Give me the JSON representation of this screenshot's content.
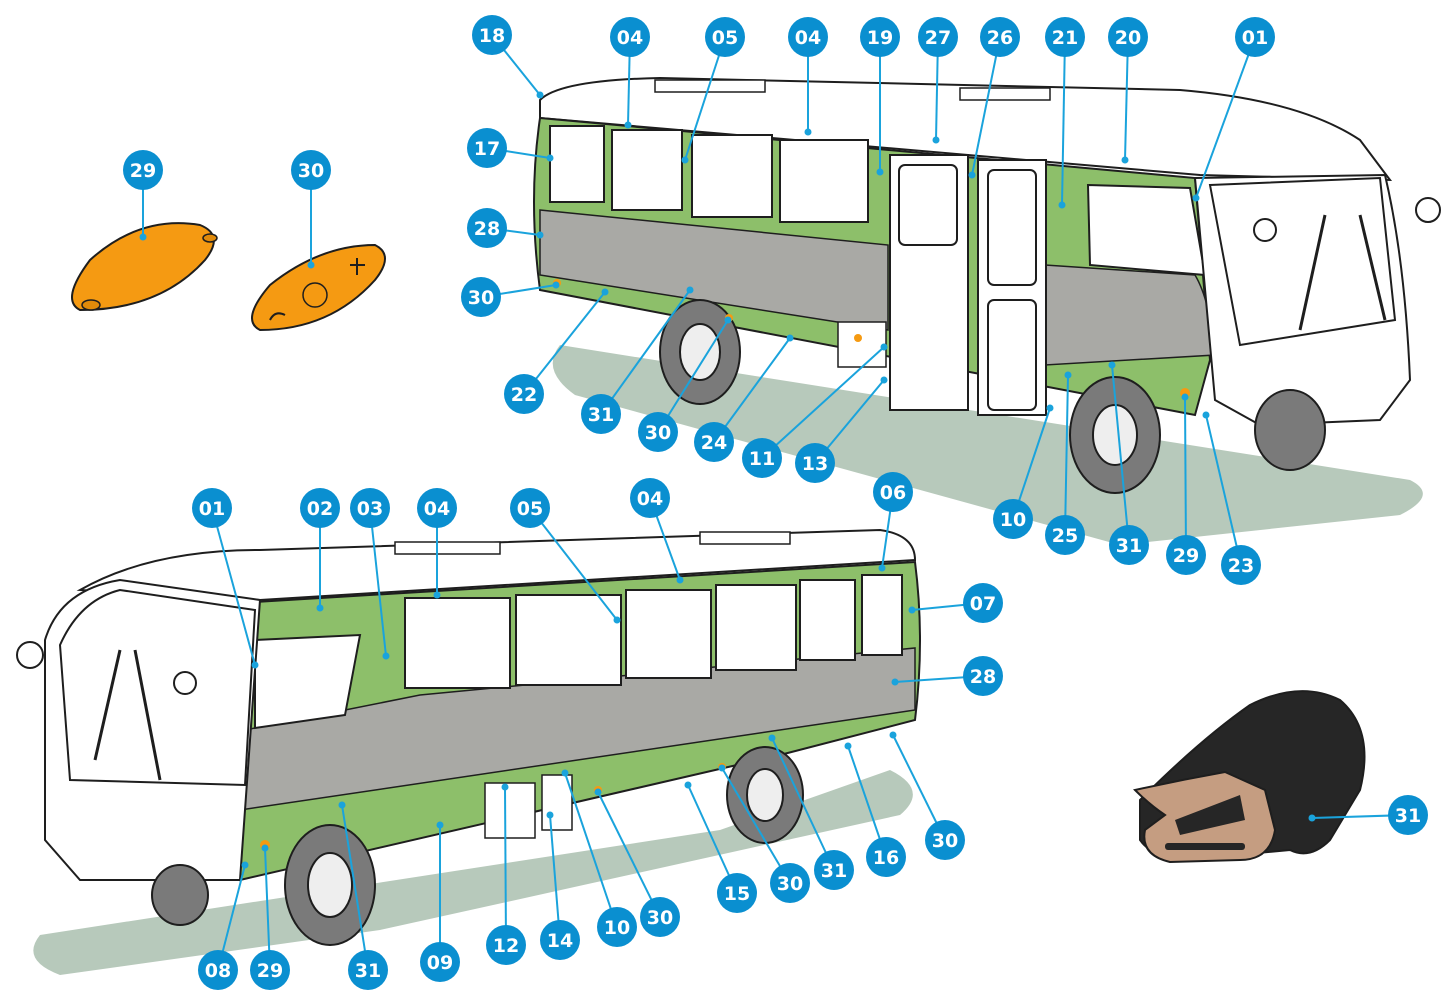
{
  "colors": {
    "callout_fill": "#0a8fd0",
    "leader_line": "#1aa3dc",
    "panel_green": "#8dbf6a",
    "skirt_grey": "#a9a9a5",
    "body_white": "#ffffff",
    "outline": "#1e1e1e",
    "shadow": "#b7c9bb",
    "lamp_orange": "#f59a12",
    "seal_dark": "#262626",
    "seal_tan": "#c59d81"
  },
  "part_icons": [
    {
      "name": "marker-lamp-29-icon",
      "callout": "29"
    },
    {
      "name": "marker-lamp-30-icon",
      "callout": "30"
    },
    {
      "name": "rubber-seal-31-icon",
      "callout": "31"
    }
  ],
  "rear_bus": {
    "callouts": [
      "18",
      "04",
      "05",
      "04",
      "19",
      "27",
      "26",
      "21",
      "20",
      "01",
      "17",
      "28",
      "30",
      "22",
      "31",
      "30",
      "24",
      "11",
      "13",
      "10",
      "25",
      "31",
      "29",
      "23"
    ]
  },
  "front_bus": {
    "callouts": [
      "01",
      "02",
      "03",
      "04",
      "05",
      "04",
      "06",
      "07",
      "28",
      "08",
      "29",
      "31",
      "09",
      "12",
      "14",
      "10",
      "30",
      "15",
      "30",
      "31",
      "16",
      "30"
    ]
  },
  "loose_parts": {
    "callouts": [
      "29",
      "30",
      "31"
    ]
  }
}
